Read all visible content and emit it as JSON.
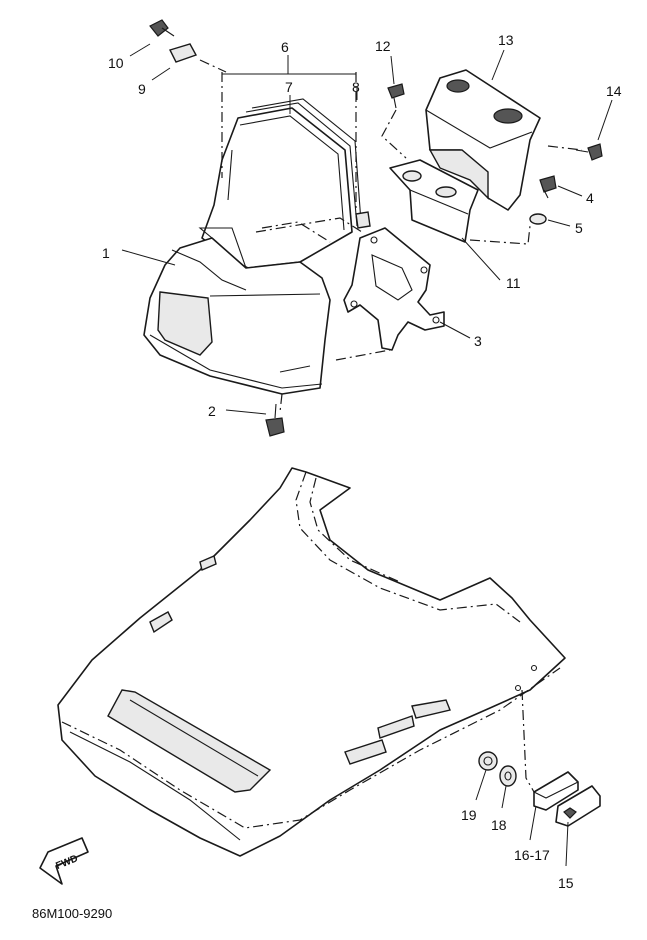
{
  "diagram": {
    "part_numbers": [
      "1",
      "2",
      "3",
      "4",
      "5",
      "6",
      "7",
      "8",
      "9",
      "10",
      "11",
      "12",
      "13",
      "14",
      "15",
      "16-17",
      "18",
      "19"
    ],
    "direction_arrow": "FWD",
    "drawing_code": "86M100-9290"
  }
}
